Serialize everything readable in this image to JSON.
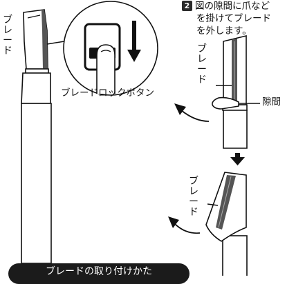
{
  "step": {
    "number": "2",
    "line1": "図の隙間に爪など",
    "line2": "を掛けてブレード",
    "line3": "を外します。"
  },
  "labels": {
    "blade_left": "ブレード",
    "blade_right_top": "ブレード",
    "blade_right_bottom": "ブレード",
    "lock_button": "ブレードロックボタン",
    "gap": "隙間"
  },
  "banner": {
    "title": "ブレードの取り付けかた"
  }
}
